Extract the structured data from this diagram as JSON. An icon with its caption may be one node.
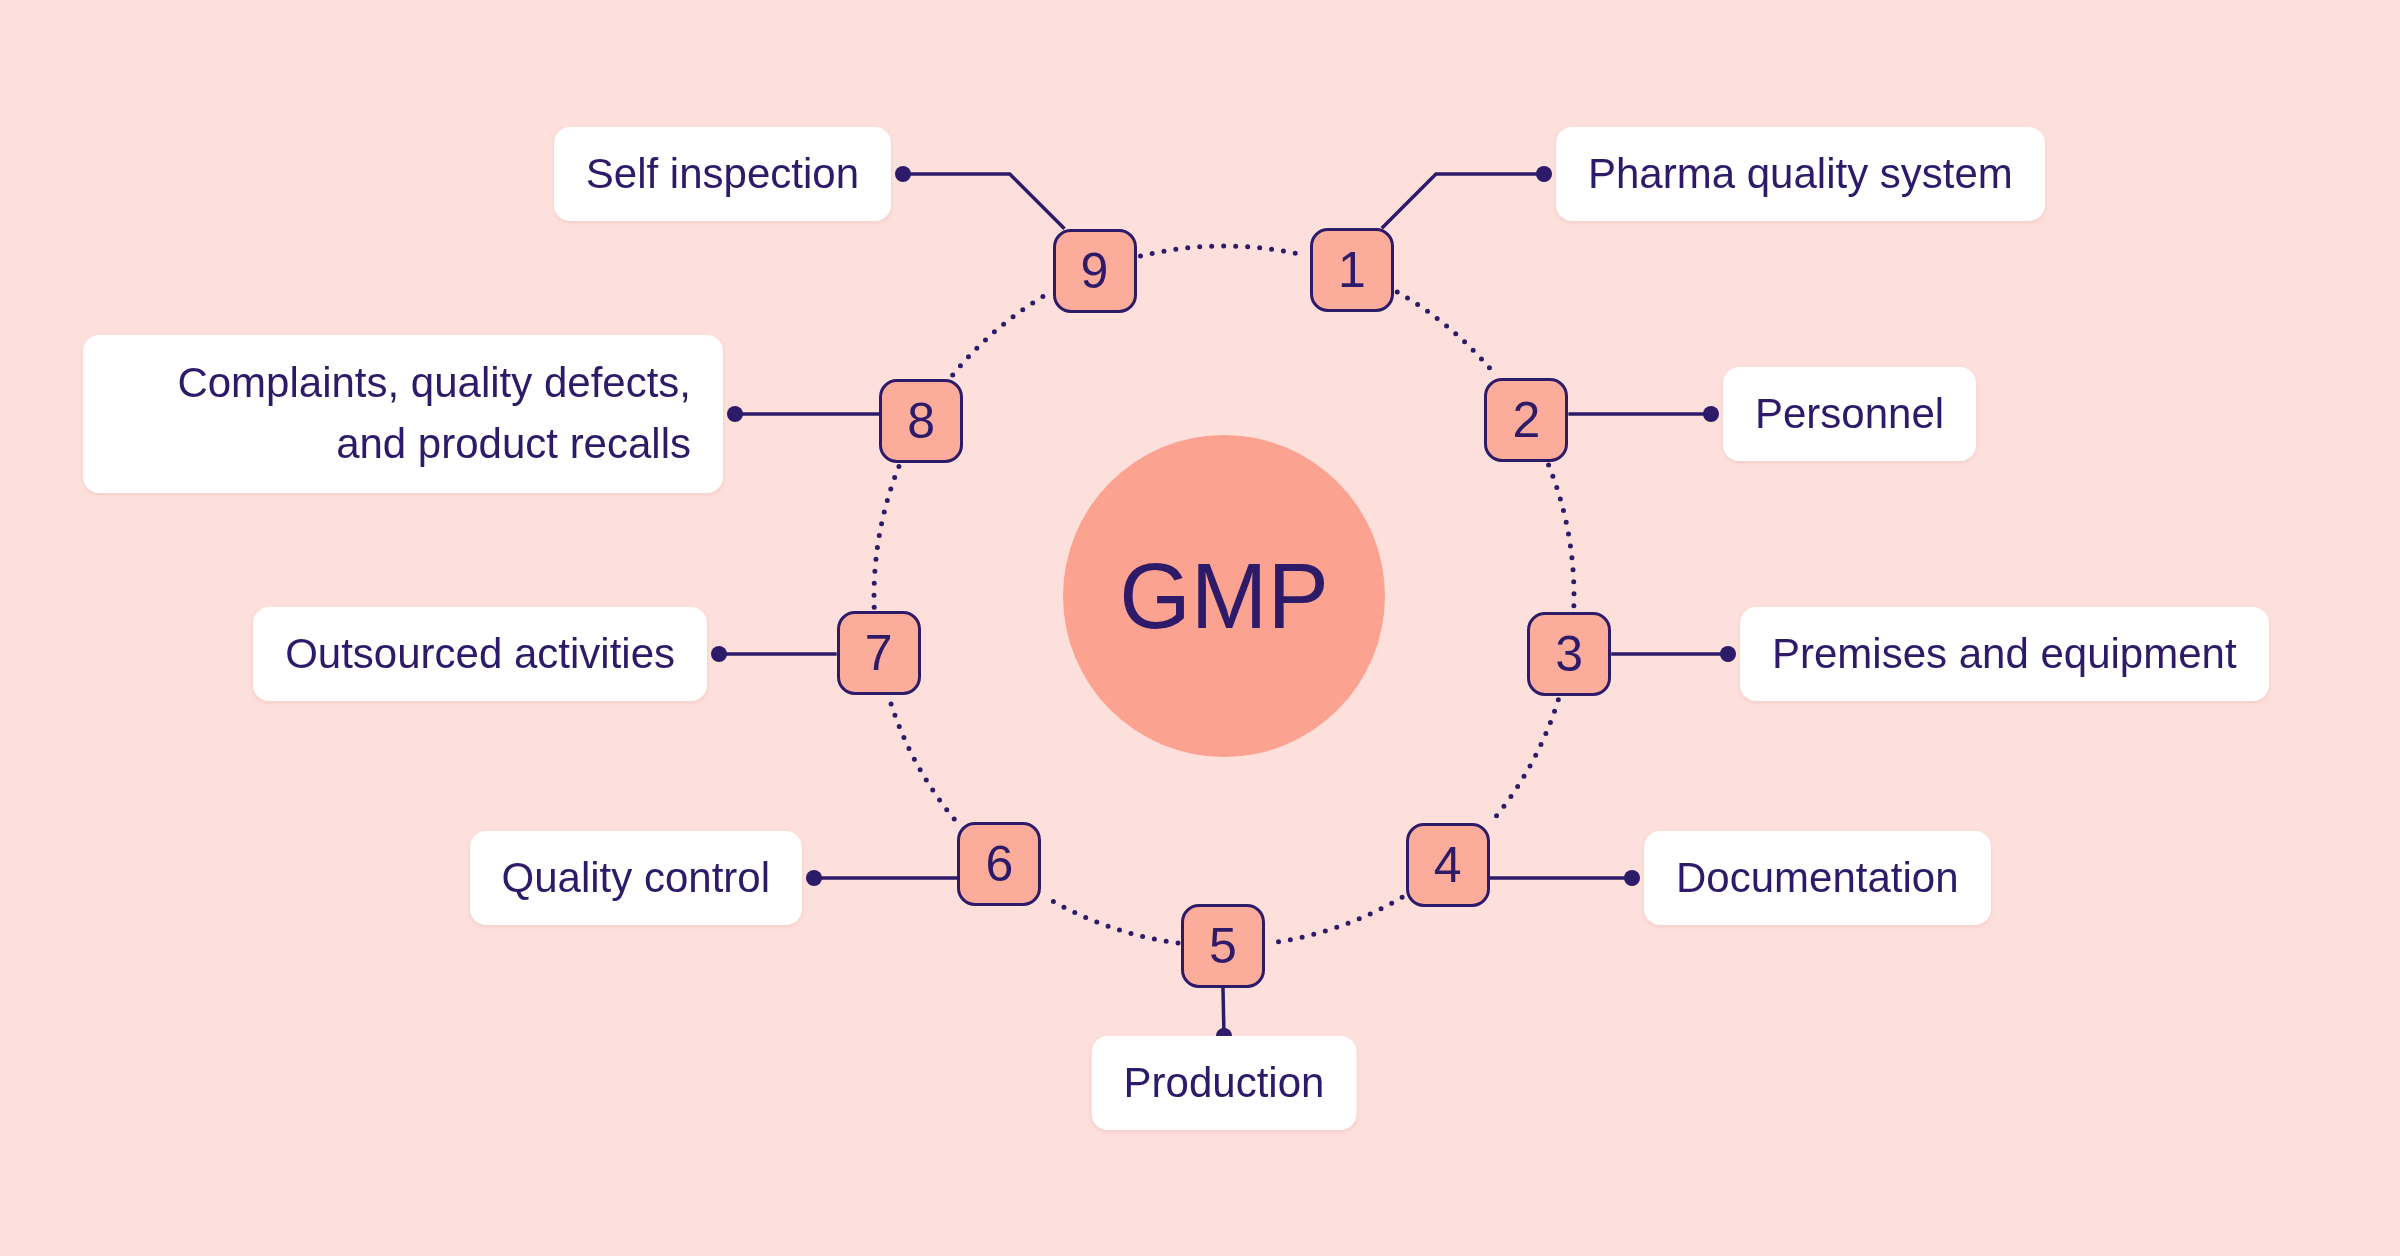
{
  "diagram": {
    "nodes": [
      {
        "text": [
          "GMP"
        ]
      },
      {
        "text": [
          "1"
        ]
      },
      {
        "text": [
          "2"
        ]
      },
      {
        "text": [
          "3"
        ]
      },
      {
        "text": [
          "4"
        ]
      },
      {
        "text": [
          "5"
        ]
      },
      {
        "text": [
          "6"
        ]
      },
      {
        "text": [
          "7"
        ]
      },
      {
        "text": [
          "8"
        ]
      },
      {
        "text": [
          "9"
        ]
      },
      {
        "text": [
          "Pharma quality system"
        ]
      },
      {
        "text": [
          "Personnel"
        ]
      },
      {
        "text": [
          "Premises and equipment"
        ]
      },
      {
        "text": [
          "Documentation"
        ]
      },
      {
        "text": [
          "Production"
        ]
      },
      {
        "text": [
          "Quality control"
        ]
      },
      {
        "text": [
          "Outsourced activities"
        ]
      },
      {
        "text": [
          "Complaints, quality defects, and product recalls"
        ]
      },
      {
        "text": [
          "Self inspection"
        ]
      }
    ],
    "edges": [
      {
        "from": 1,
        "to": 10,
        "arrow": "other"
      },
      {
        "from": 2,
        "to": 11,
        "arrow": "other"
      },
      {
        "from": 3,
        "to": 12,
        "arrow": "other"
      },
      {
        "from": 4,
        "to": 13,
        "arrow": "other"
      },
      {
        "from": 5,
        "to": 14,
        "arrow": "other"
      },
      {
        "from": 6,
        "to": 15,
        "arrow": "other"
      },
      {
        "from": 7,
        "to": 16,
        "arrow": "other"
      },
      {
        "from": 8,
        "to": 17,
        "arrow": "other"
      },
      {
        "from": 9,
        "to": 18,
        "arrow": "other"
      },
      {
        "from": 1,
        "to": 2,
        "arrow": "none",
        "style": "dashed"
      },
      {
        "from": 2,
        "to": 3,
        "arrow": "none",
        "style": "dashed"
      },
      {
        "from": 3,
        "to": 4,
        "arrow": "none",
        "style": "dashed"
      },
      {
        "from": 4,
        "to": 5,
        "arrow": "none",
        "style": "dashed"
      },
      {
        "from": 5,
        "to": 6,
        "arrow": "none",
        "style": "dashed"
      },
      {
        "from": 6,
        "to": 7,
        "arrow": "none",
        "style": "dashed"
      },
      {
        "from": 7,
        "to": 8,
        "arrow": "none",
        "style": "dashed"
      },
      {
        "from": 8,
        "to": 9,
        "arrow": "none",
        "style": "dashed"
      },
      {
        "from": 9,
        "to": 1,
        "arrow": "none",
        "style": "dashed"
      }
    ]
  }
}
